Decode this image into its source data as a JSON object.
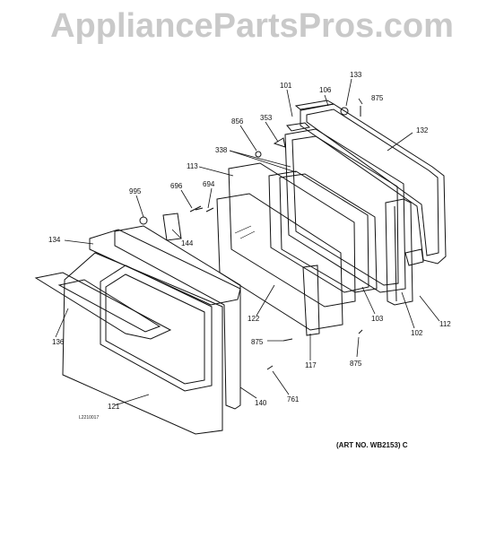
{
  "watermark": "AppliancePartsPros.com",
  "art_number": "(ART NO. WB2153) C",
  "reference_code": "L2210017",
  "callouts": [
    {
      "id": "c133",
      "label": "133"
    },
    {
      "id": "c101",
      "label": "101"
    },
    {
      "id": "c106",
      "label": "106"
    },
    {
      "id": "c875a",
      "label": "875"
    },
    {
      "id": "c856",
      "label": "856"
    },
    {
      "id": "c353",
      "label": "353"
    },
    {
      "id": "c132",
      "label": "132"
    },
    {
      "id": "c338",
      "label": "338"
    },
    {
      "id": "c113",
      "label": "113"
    },
    {
      "id": "c995",
      "label": "995"
    },
    {
      "id": "c696",
      "label": "696"
    },
    {
      "id": "c694",
      "label": "694"
    },
    {
      "id": "c134",
      "label": "134"
    },
    {
      "id": "c144",
      "label": "144"
    },
    {
      "id": "c136",
      "label": "136"
    },
    {
      "id": "c122",
      "label": "122"
    },
    {
      "id": "c103",
      "label": "103"
    },
    {
      "id": "c102",
      "label": "102"
    },
    {
      "id": "c112",
      "label": "112"
    },
    {
      "id": "c875b",
      "label": "875"
    },
    {
      "id": "c875c",
      "label": "875"
    },
    {
      "id": "c117",
      "label": "117"
    },
    {
      "id": "c761",
      "label": "761"
    },
    {
      "id": "c140",
      "label": "140"
    },
    {
      "id": "c121",
      "label": "121"
    }
  ]
}
